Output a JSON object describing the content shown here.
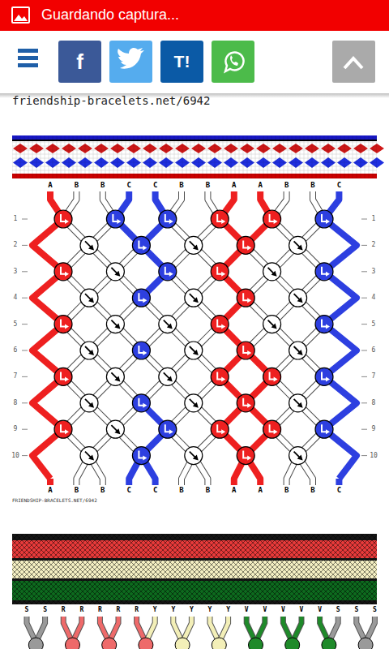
{
  "diagram": {
    "labels": [
      "Guardando captura...",
      "f",
      "T!",
      "friendship-bracelets.net/6942",
      "A",
      "B",
      "B",
      "C",
      "C",
      "B",
      "B",
      "A",
      "A",
      "B",
      "B",
      "C",
      "1",
      "1",
      "2",
      "2",
      "3",
      "3",
      "4",
      "4",
      "5",
      "5",
      "6",
      "6",
      "7",
      "7",
      "8",
      "8",
      "9",
      "9",
      "10",
      "10",
      "A",
      "B",
      "B",
      "C",
      "C",
      "B",
      "B",
      "A",
      "A",
      "B",
      "B",
      "C",
      "FRIENDSHIP-BRACELETS.NET/6942",
      "S",
      "S",
      "R",
      "R",
      "R",
      "R",
      "R",
      "Y",
      "Y",
      "Y",
      "Y",
      "Y",
      "V",
      "V",
      "V",
      "V",
      "V",
      "S",
      "S",
      "S"
    ]
  }
}
